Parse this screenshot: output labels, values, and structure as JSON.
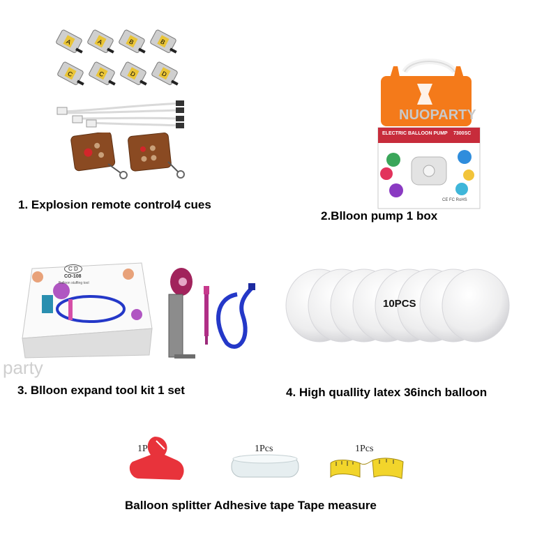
{
  "items": [
    {
      "caption": "1.  Explosion remote control4  cues"
    },
    {
      "caption": "2.Blloon pump 1 box"
    },
    {
      "caption": "3. Blloon expand tool kit 1 set"
    },
    {
      "caption": "4. High quallity latex 36inch balloon"
    }
  ],
  "cue_letters": [
    "A",
    "A",
    "B",
    "B",
    "C",
    "C",
    "D",
    "D"
  ],
  "pump_box": {
    "brand_watermark": "NUOPARTY",
    "box_label": "ELECTRIC BALLOON PUMP",
    "model": "7300SC",
    "marks": "CE FC RoHS"
  },
  "tool_box": {
    "logo": "C D",
    "model": "CO-108",
    "subtitle": "Balloon stuffing tool"
  },
  "watermark_bottom": "party",
  "balloons_count_label": "10PCS",
  "accessories": [
    {
      "qty": "1Pcs"
    },
    {
      "qty": "1Pcs"
    },
    {
      "qty": "1Pcs"
    }
  ],
  "accessories_caption": "Balloon splitter  Adhesive tape  Tape measure",
  "colors": {
    "pump_orange": "#f47a1a",
    "tube_blue": "#2438c8",
    "splitter_red": "#e8333b",
    "tape_yellow": "#f2d52b",
    "remote_brown": "#8a4a22"
  }
}
